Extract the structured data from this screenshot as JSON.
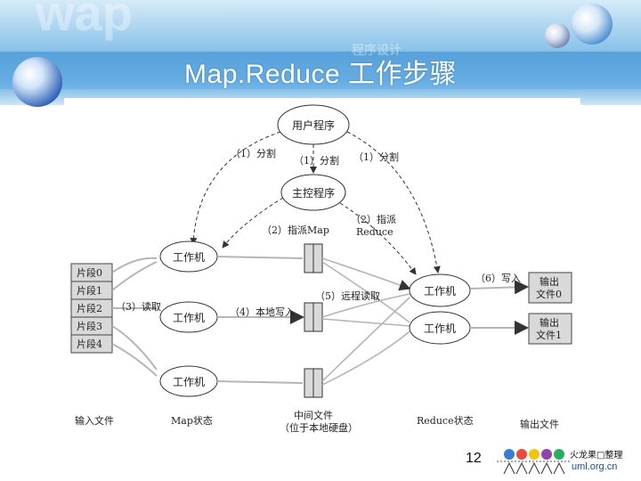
{
  "slide": {
    "title": "Map.Reduce 工作步骤",
    "page_number": "12",
    "watermark": "wap",
    "watermark_cn": "程序设计"
  },
  "logo": {
    "text_cn": "火龙果□整理",
    "url": "uml.org.cn"
  },
  "diagram": {
    "user_program": "用户程序",
    "master_program": "主控程序",
    "workers": {
      "map_top": "工作机",
      "map_mid": "工作机",
      "map_bot": "工作机",
      "reduce_top": "工作机",
      "reduce_bot": "工作机"
    },
    "splits": [
      "片段0",
      "片段1",
      "片段2",
      "片段3",
      "片段4"
    ],
    "output_files": [
      {
        "line1": "输出",
        "line2": "文件0"
      },
      {
        "line1": "输出",
        "line2": "文件1"
      }
    ],
    "steps": {
      "fork_left": "（1）分割",
      "fork_center": "（1）分割",
      "fork_right": "（1）分割",
      "assign_map": "（2）指派Map",
      "assign_reduce_1": "（2）指派",
      "assign_reduce_2": "Reduce",
      "read": "（3）读取",
      "local_write": "（4）本地写入",
      "remote_read": "（5）远程读取",
      "write": "（6）写入"
    },
    "captions": {
      "input_files": "输入文件",
      "map_phase": "Map状态",
      "intermediate_1": "中间文件",
      "intermediate_2": "（位于本地硬盘）",
      "reduce_phase": "Reduce状态",
      "output_files": "输出文件"
    }
  },
  "colors": {
    "banner": "#5aa6de",
    "title": "#ffffff",
    "line": "#555555",
    "arrow_fill": "#bbbbbb"
  }
}
